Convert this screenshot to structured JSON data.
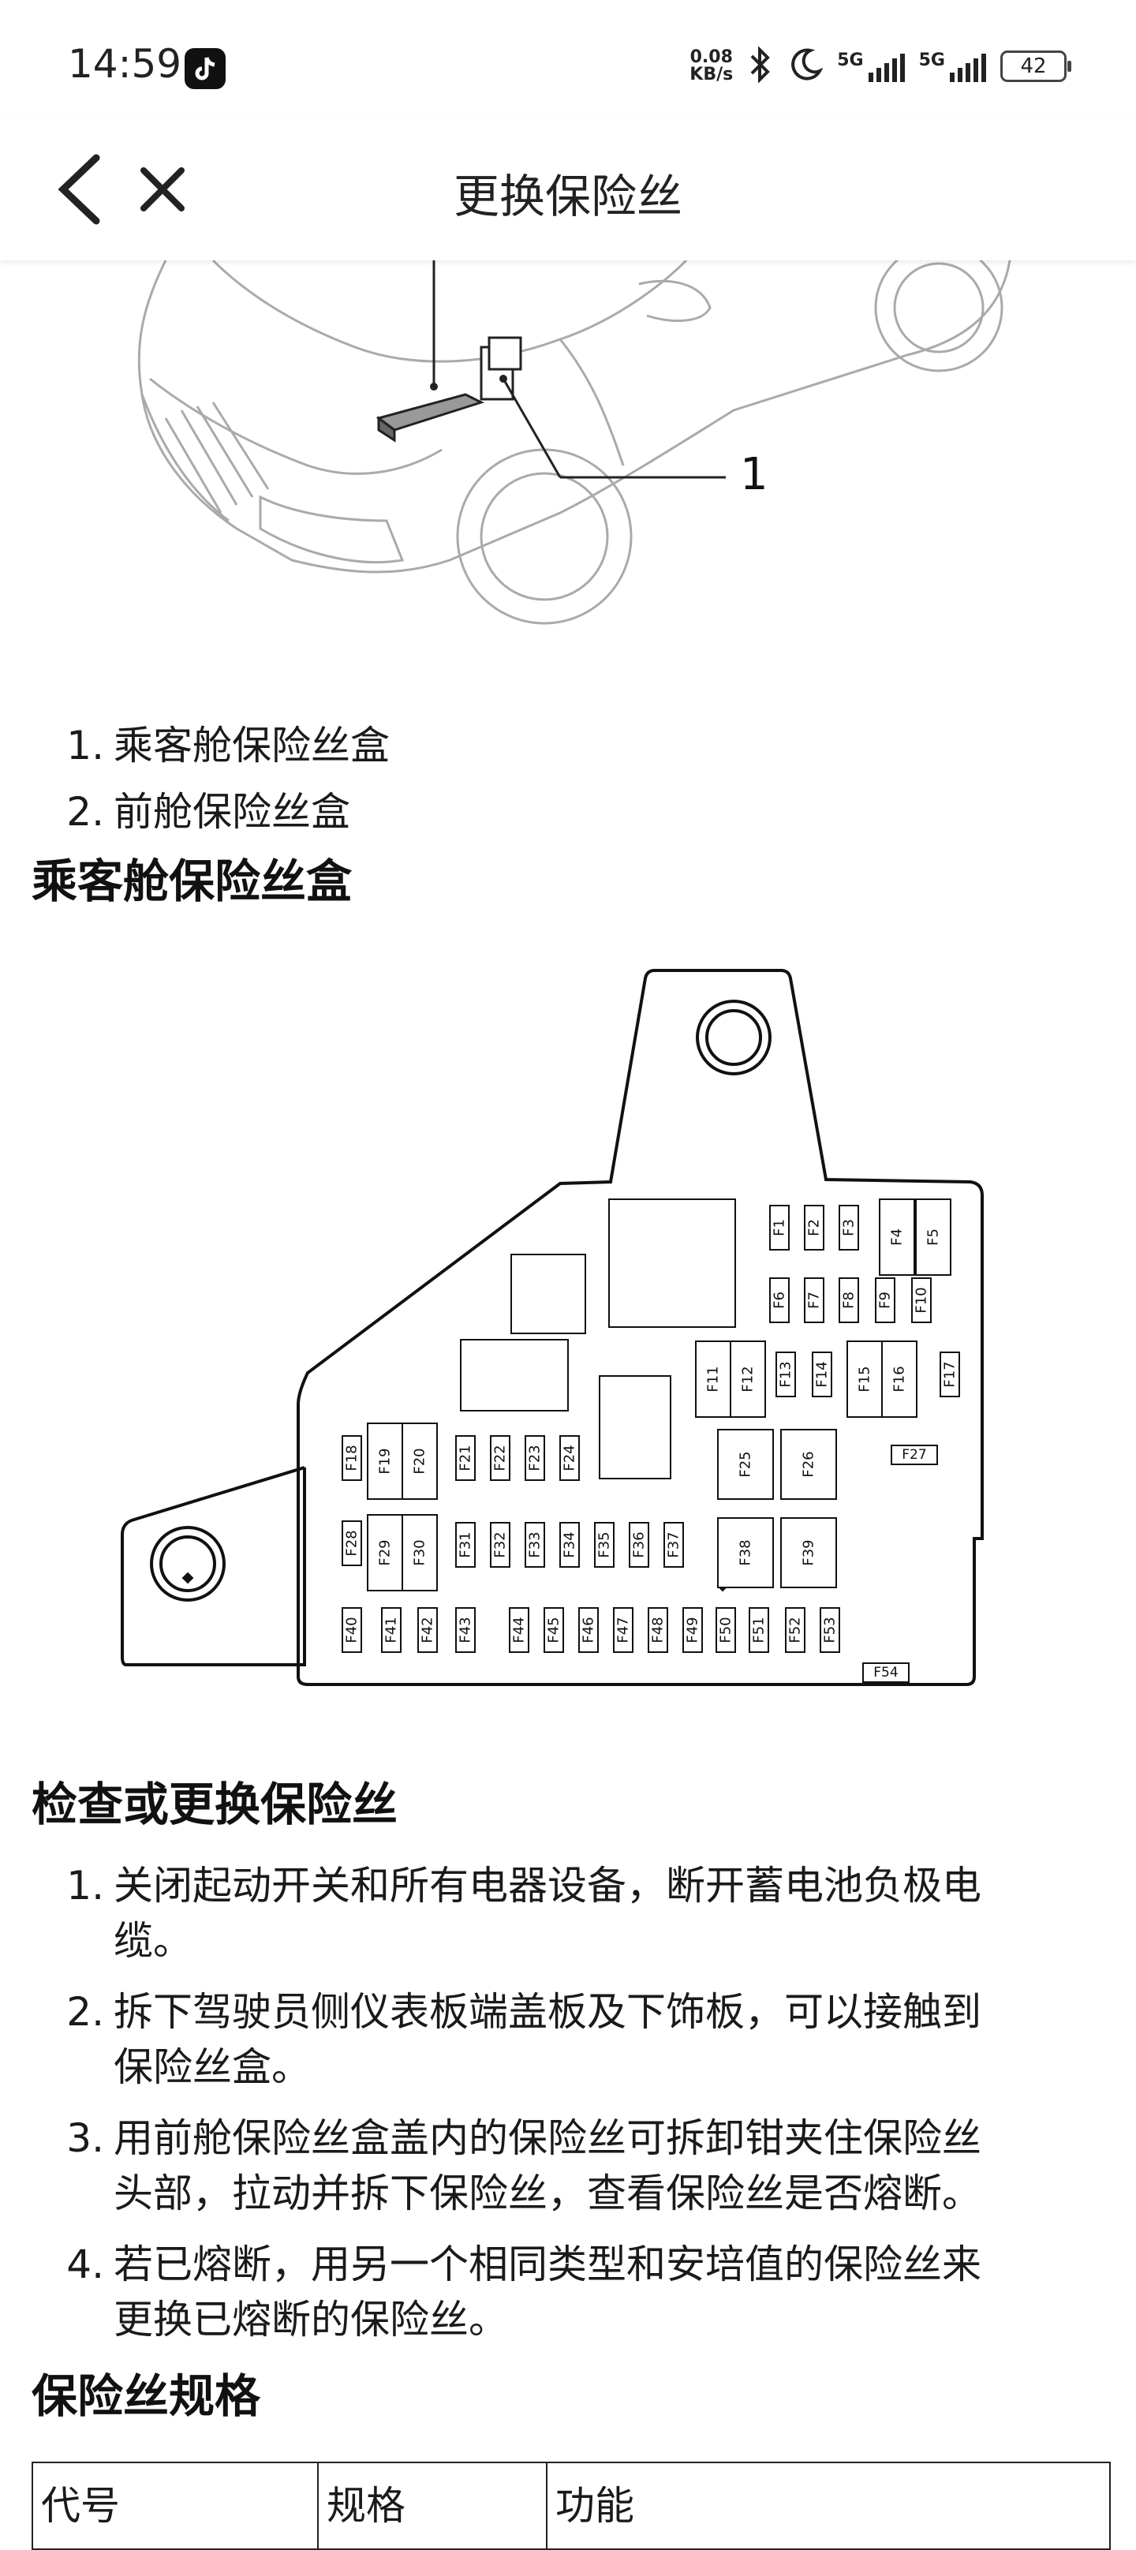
{
  "status_bar": {
    "time": "14:59",
    "net_speed_value": "0.08",
    "net_speed_unit": "KB/s",
    "signal_1": "5G",
    "signal_2": "5G",
    "battery": "42"
  },
  "header": {
    "title": "更换保险丝"
  },
  "location_list": [
    {
      "num": "1.",
      "text": "乘客舱保险丝盒"
    },
    {
      "num": "2.",
      "text": "前舱保险丝盒"
    }
  ],
  "car_figure": {
    "callout": "1"
  },
  "passenger_box": {
    "title": "乘客舱保险丝盒"
  },
  "fuse_labels": [
    "F1",
    "F2",
    "F3",
    "F4",
    "F5",
    "F6",
    "F7",
    "F8",
    "F9",
    "F10",
    "F11",
    "F12",
    "F13",
    "F14",
    "F15",
    "F16",
    "F17",
    "F18",
    "F19",
    "F20",
    "F21",
    "F22",
    "F23",
    "F24",
    "F25",
    "F26",
    "F27",
    "F28",
    "F29",
    "F30",
    "F31",
    "F32",
    "F33",
    "F34",
    "F35",
    "F36",
    "F37",
    "F38",
    "F39",
    "F40",
    "F41",
    "F42",
    "F43",
    "F44",
    "F45",
    "F46",
    "F47",
    "F48",
    "F49",
    "F50",
    "F51",
    "F52",
    "F53",
    "F54"
  ],
  "check_section": {
    "title": "检查或更换保险丝",
    "steps": [
      {
        "num": "1.",
        "line1": "关闭起动开关和所有电器设备，断开蓄电池负极电",
        "line2": "缆。"
      },
      {
        "num": "2.",
        "line1": "拆下驾驶员侧仪表板端盖板及下饰板，可以接触到",
        "line2": "保险丝盒。"
      },
      {
        "num": "3.",
        "line1": "用前舱保险丝盒盖内的保险丝可拆卸钳夹住保险丝",
        "line2": "头部，拉动并拆下保险丝，查看保险丝是否熔断。"
      },
      {
        "num": "4.",
        "line1": "若已熔断，用另一个相同类型和安培值的保险丝来",
        "line2": "更换已熔断的保险丝。"
      }
    ]
  },
  "spec_section": {
    "title": "保险丝规格",
    "columns": [
      "代号",
      "规格",
      "功能"
    ]
  }
}
